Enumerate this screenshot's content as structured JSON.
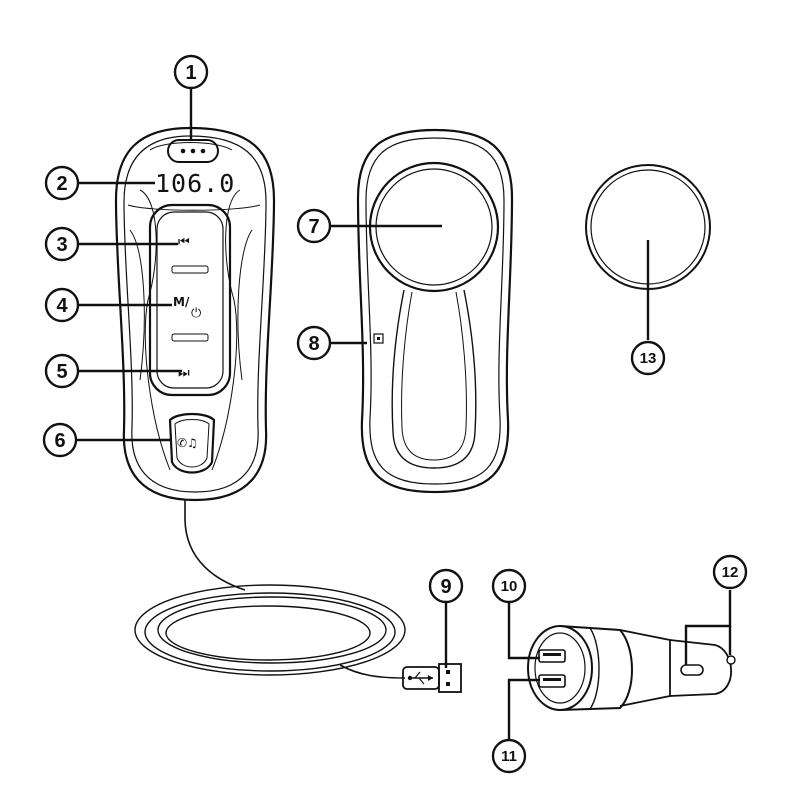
{
  "display": {
    "frequency": "106.0"
  },
  "buttons": {
    "prev_glyph": "⏮",
    "mode_label": "M/",
    "power_glyph": "⏻",
    "next_glyph": "⏭",
    "hands_free_glyph": "✆♫"
  },
  "callouts": [
    "1",
    "2",
    "3",
    "4",
    "5",
    "6",
    "7",
    "8",
    "9",
    "10",
    "11",
    "12",
    "13"
  ],
  "colors": {
    "ink": "#111111",
    "paper": "#ffffff"
  },
  "icons": [
    "usb-icon",
    "previous-track-icon",
    "next-track-icon",
    "power-icon",
    "phone-music-icon"
  ]
}
